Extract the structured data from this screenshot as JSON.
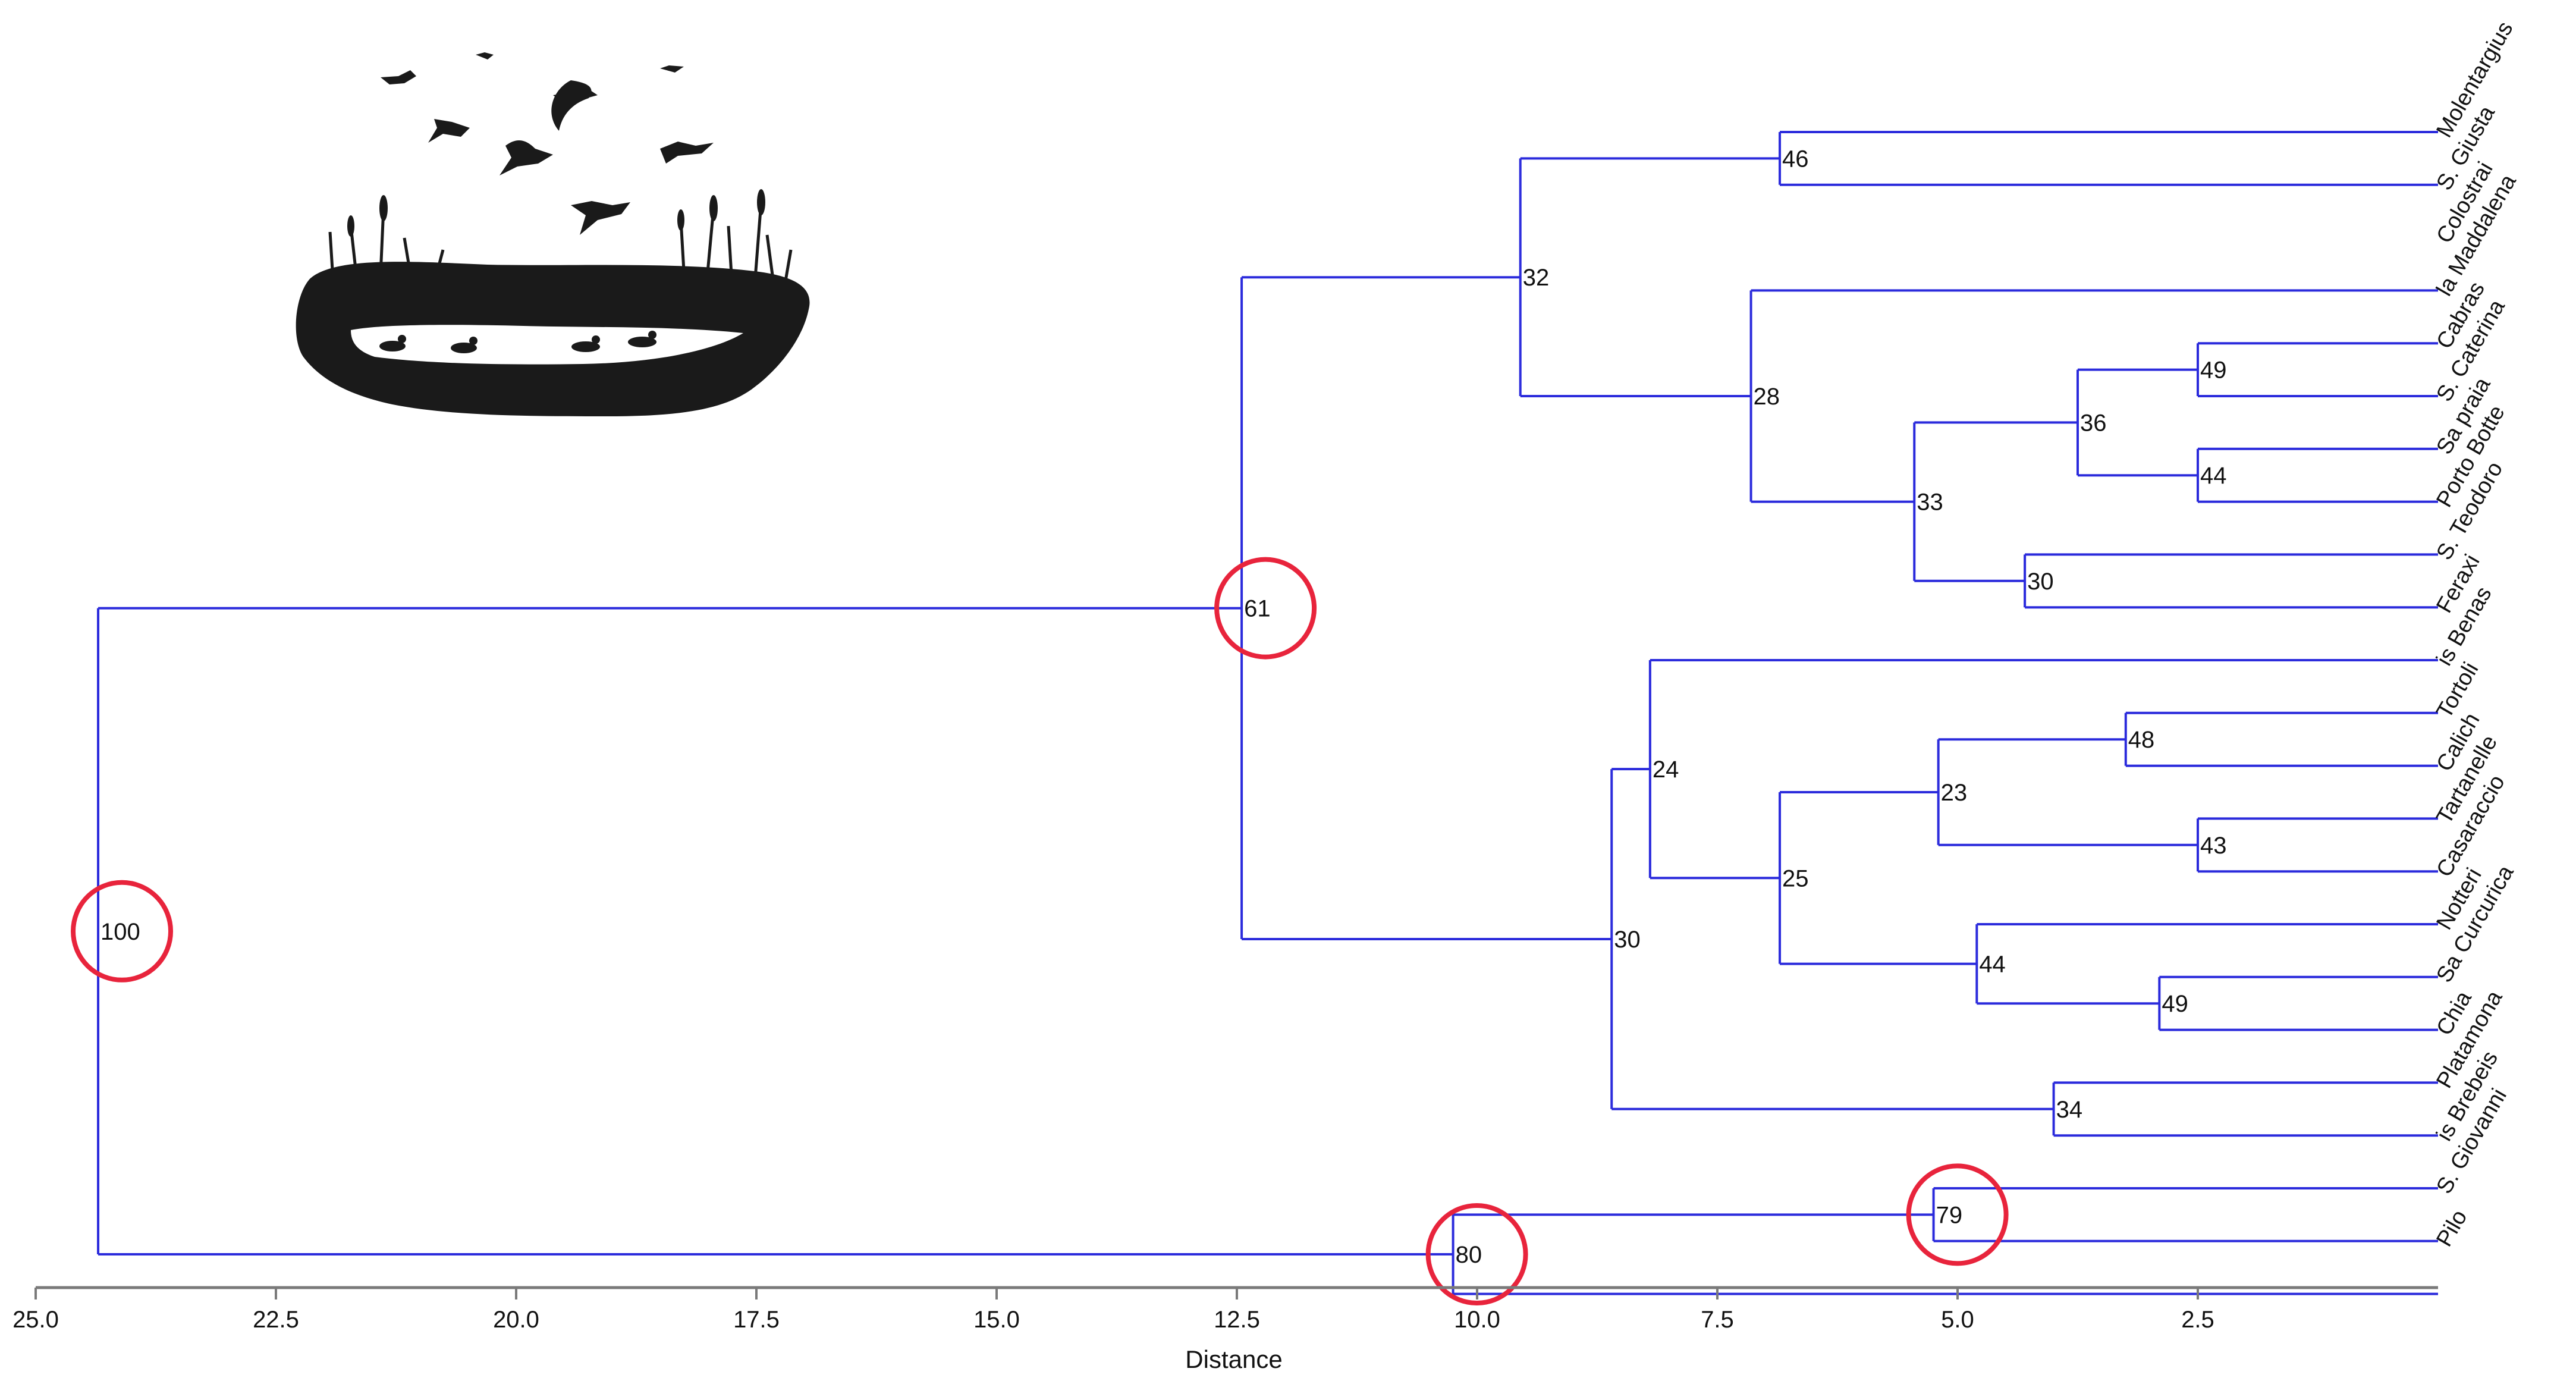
{
  "colors": {
    "branch": "#2b2bdc",
    "highlight": "#e8243c",
    "axis": "#7a7a7a",
    "text": "#111111",
    "silhouette": "#1a1a1a"
  },
  "icons": [
    "wetland-birds-silhouette-icon"
  ],
  "axis": {
    "label": "Distance",
    "min": 0,
    "max": 25,
    "reversed": true,
    "ticks": [
      "25.0",
      "22.5",
      "20.0",
      "17.5",
      "15.0",
      "12.5",
      "10.0",
      "7.5",
      "5.0",
      "2.5"
    ],
    "tick_values": [
      25,
      22.5,
      20,
      17.5,
      15,
      12.5,
      10,
      7.5,
      5,
      2.5
    ]
  },
  "chart_data": {
    "type": "dendrogram",
    "xlabel": "Distance",
    "xlim": [
      25,
      0
    ],
    "leaves": [
      "Molentargius",
      "S. Giusta",
      "Colostrai",
      "la Maddalena",
      "Cabras",
      "S. Caterina",
      "Sa praia",
      "Porto Botte",
      "S. Teodoro",
      "Feraxi",
      "is Benas",
      "Tortoli",
      "Calich",
      "Tartanelle",
      "Casaraccio",
      "Notteri",
      "Sa Curcurica",
      "Chia",
      "Platamona",
      "is Brebeis",
      "S. Giovanni",
      "Pilo"
    ],
    "nodes": [
      {
        "id": "n1",
        "children": [
          "Molentargius",
          "S. Giusta"
        ],
        "distance": 6.85,
        "support": "46"
      },
      {
        "id": "n2",
        "children": [
          "Cabras",
          "S. Caterina"
        ],
        "distance": 2.5,
        "support": "49"
      },
      {
        "id": "n3",
        "children": [
          "Sa praia",
          "Porto Botte"
        ],
        "distance": 2.5,
        "support": "44"
      },
      {
        "id": "n4",
        "children": [
          "n2",
          "n3"
        ],
        "distance": 3.75,
        "support": "36"
      },
      {
        "id": "n5",
        "children": [
          "S. Teodoro",
          "Feraxi"
        ],
        "distance": 4.3,
        "support": "30"
      },
      {
        "id": "n6",
        "children": [
          "n4",
          "n5"
        ],
        "distance": 5.45,
        "support": "33"
      },
      {
        "id": "n7",
        "children": [
          "la Maddalena",
          "n6"
        ],
        "distance": 7.15,
        "support": "28"
      },
      {
        "id": "n8",
        "children": [
          "n1",
          "n7"
        ],
        "distance": 9.55,
        "support": "32"
      },
      {
        "id": "n9",
        "children": [
          "Tortoli",
          "Calich"
        ],
        "distance": 3.25,
        "support": "48"
      },
      {
        "id": "n10",
        "children": [
          "Tartanelle",
          "Casaraccio"
        ],
        "distance": 2.5,
        "support": "43"
      },
      {
        "id": "n11",
        "children": [
          "n9",
          "n10"
        ],
        "distance": 5.2,
        "support": "23"
      },
      {
        "id": "n12",
        "children": [
          "Sa Curcurica",
          "Chia"
        ],
        "distance": 2.9,
        "support": "49"
      },
      {
        "id": "n13",
        "children": [
          "Notteri",
          "n12"
        ],
        "distance": 4.8,
        "support": "44"
      },
      {
        "id": "n14",
        "children": [
          "n11",
          "n13"
        ],
        "distance": 6.85,
        "support": "25"
      },
      {
        "id": "n15",
        "children": [
          "is Benas",
          "n14"
        ],
        "distance": 8.2,
        "support": "24"
      },
      {
        "id": "n16",
        "children": [
          "Platamona",
          "is Brebeis"
        ],
        "distance": 4.0,
        "support": "34"
      },
      {
        "id": "n17",
        "children": [
          "n15",
          "n16"
        ],
        "distance": 8.6,
        "support": "30"
      },
      {
        "id": "n18",
        "children": [
          "n8",
          "n17"
        ],
        "distance": 12.45,
        "support": "61",
        "highlighted": true
      },
      {
        "id": "n19",
        "children": [
          "S. Giovanni",
          "Pilo"
        ],
        "distance": 5.25,
        "support": "79",
        "highlighted": true
      },
      {
        "id": "n20",
        "children": [
          "n19",
          "Pilo-branch"
        ],
        "distance": 10.25,
        "support": "80",
        "highlighted": true
      },
      {
        "id": "n21",
        "children": [
          "n18",
          "n20"
        ],
        "distance": 24.35,
        "support": "100",
        "highlighted": true
      }
    ]
  }
}
